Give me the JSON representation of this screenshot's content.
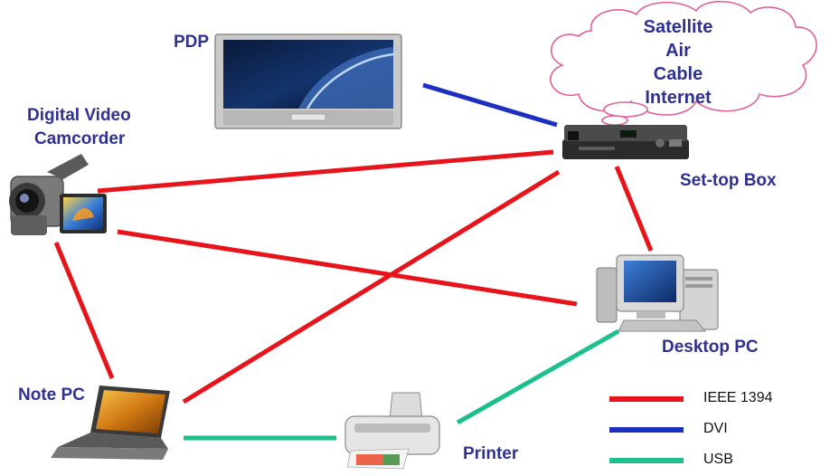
{
  "devices": {
    "pdp": "PDP",
    "camcorder_line1": "Digital Video",
    "camcorder_line2": "Camcorder",
    "settop": "Set-top Box",
    "desktop": "Desktop PC",
    "notepc": "Note PC",
    "printer": "Printer"
  },
  "cloud": {
    "sources": [
      "Satellite",
      "Air",
      "Cable",
      "Internet"
    ]
  },
  "legend": [
    {
      "label": "IEEE 1394",
      "color": "#e8141c"
    },
    {
      "label": "DVI",
      "color": "#1d2fbf"
    },
    {
      "label": "USB",
      "color": "#1bc08e"
    }
  ],
  "connections": [
    {
      "from": "camcorder",
      "to": "settop",
      "type": "IEEE 1394"
    },
    {
      "from": "camcorder",
      "to": "desktop",
      "type": "IEEE 1394"
    },
    {
      "from": "camcorder",
      "to": "notepc",
      "type": "IEEE 1394"
    },
    {
      "from": "notepc",
      "to": "settop",
      "type": "IEEE 1394"
    },
    {
      "from": "settop",
      "to": "desktop",
      "type": "IEEE 1394"
    },
    {
      "from": "pdp",
      "to": "settop",
      "type": "DVI"
    },
    {
      "from": "notepc",
      "to": "printer",
      "type": "USB"
    },
    {
      "from": "printer",
      "to": "desktop",
      "type": "USB"
    }
  ]
}
